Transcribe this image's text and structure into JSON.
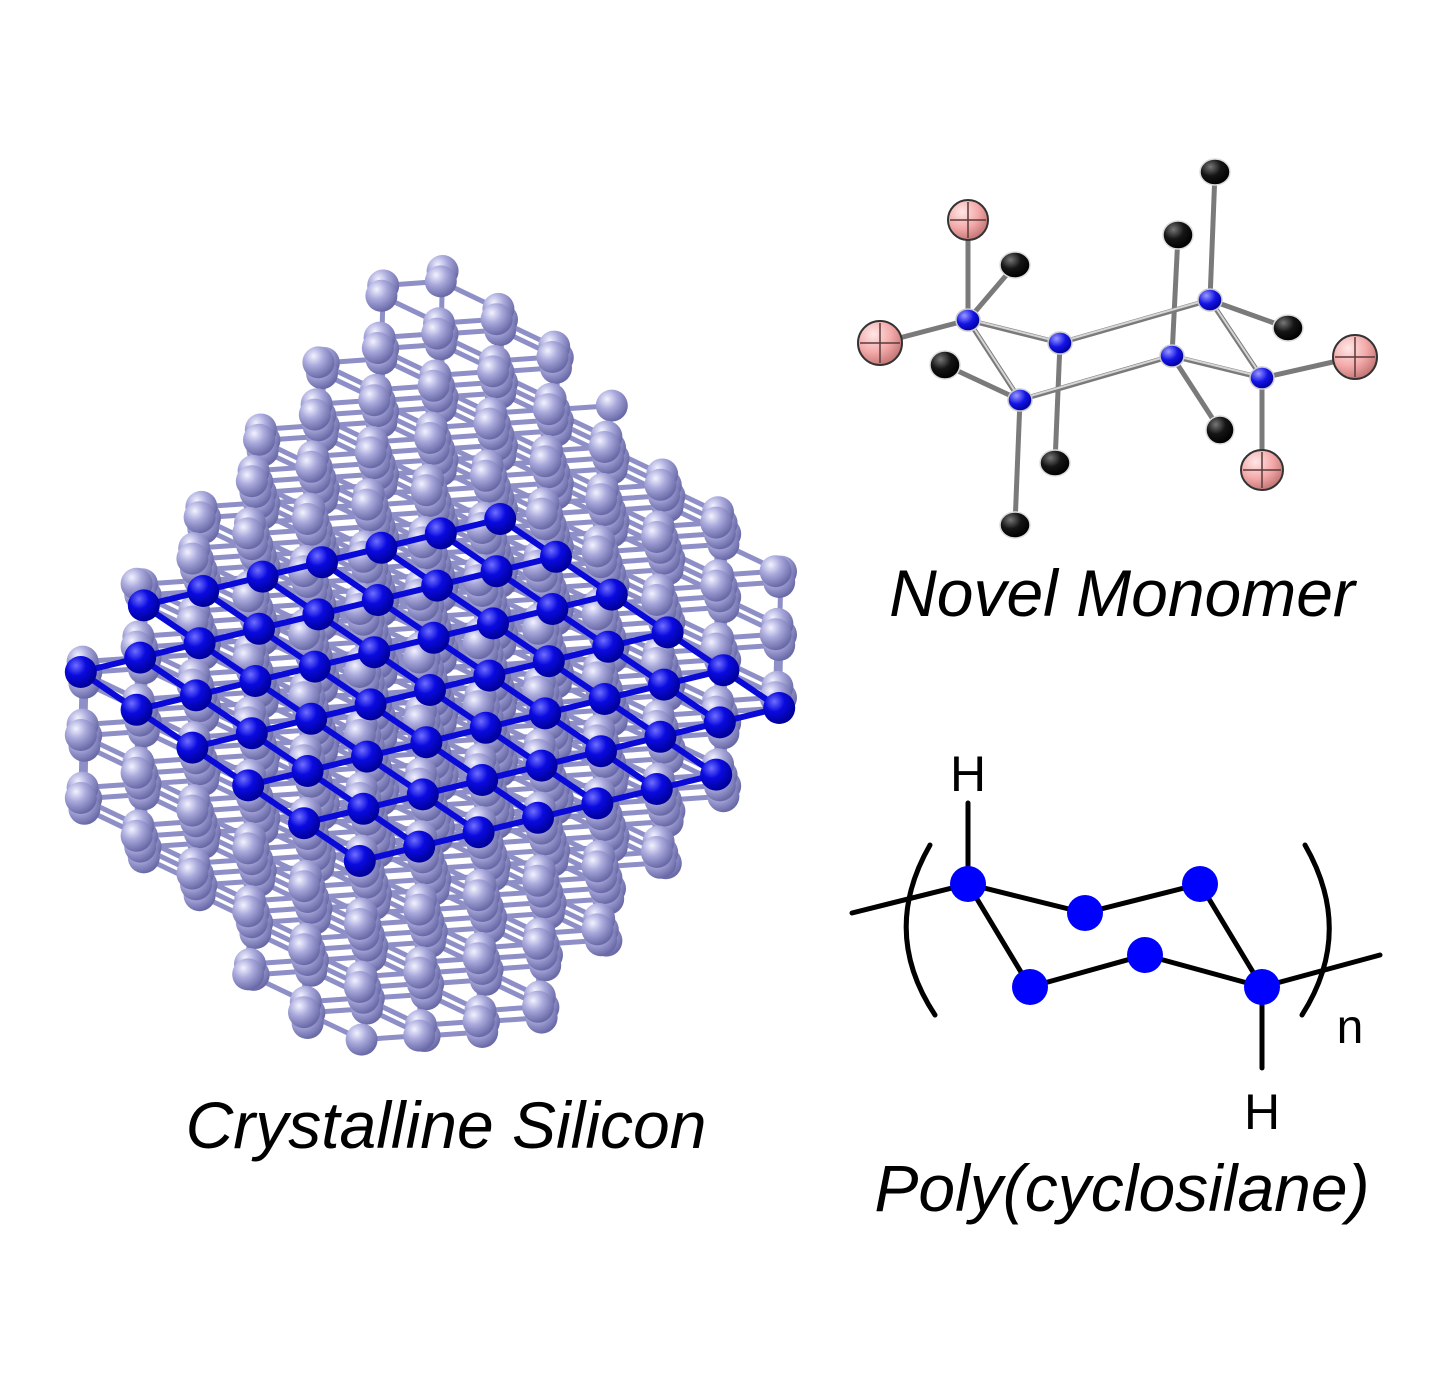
{
  "crystal": {
    "caption": "Crystalline Silicon",
    "atom_color": "#a6a6d8",
    "highlight_color": "#0a0ad8",
    "bond_color": "#8f8fc8"
  },
  "monomer": {
    "caption": "Novel Monomer",
    "silicon_color": "#1414e6",
    "chlorine_color": "#f3a8a8",
    "carbon_color": "#111111",
    "bond_color": "#9a9a9a"
  },
  "polymer": {
    "caption": "Poly(cyclosilane)",
    "label_h_top": "H",
    "label_h_bottom": "H",
    "label_n": "n",
    "atom_color": "#0000ff"
  }
}
